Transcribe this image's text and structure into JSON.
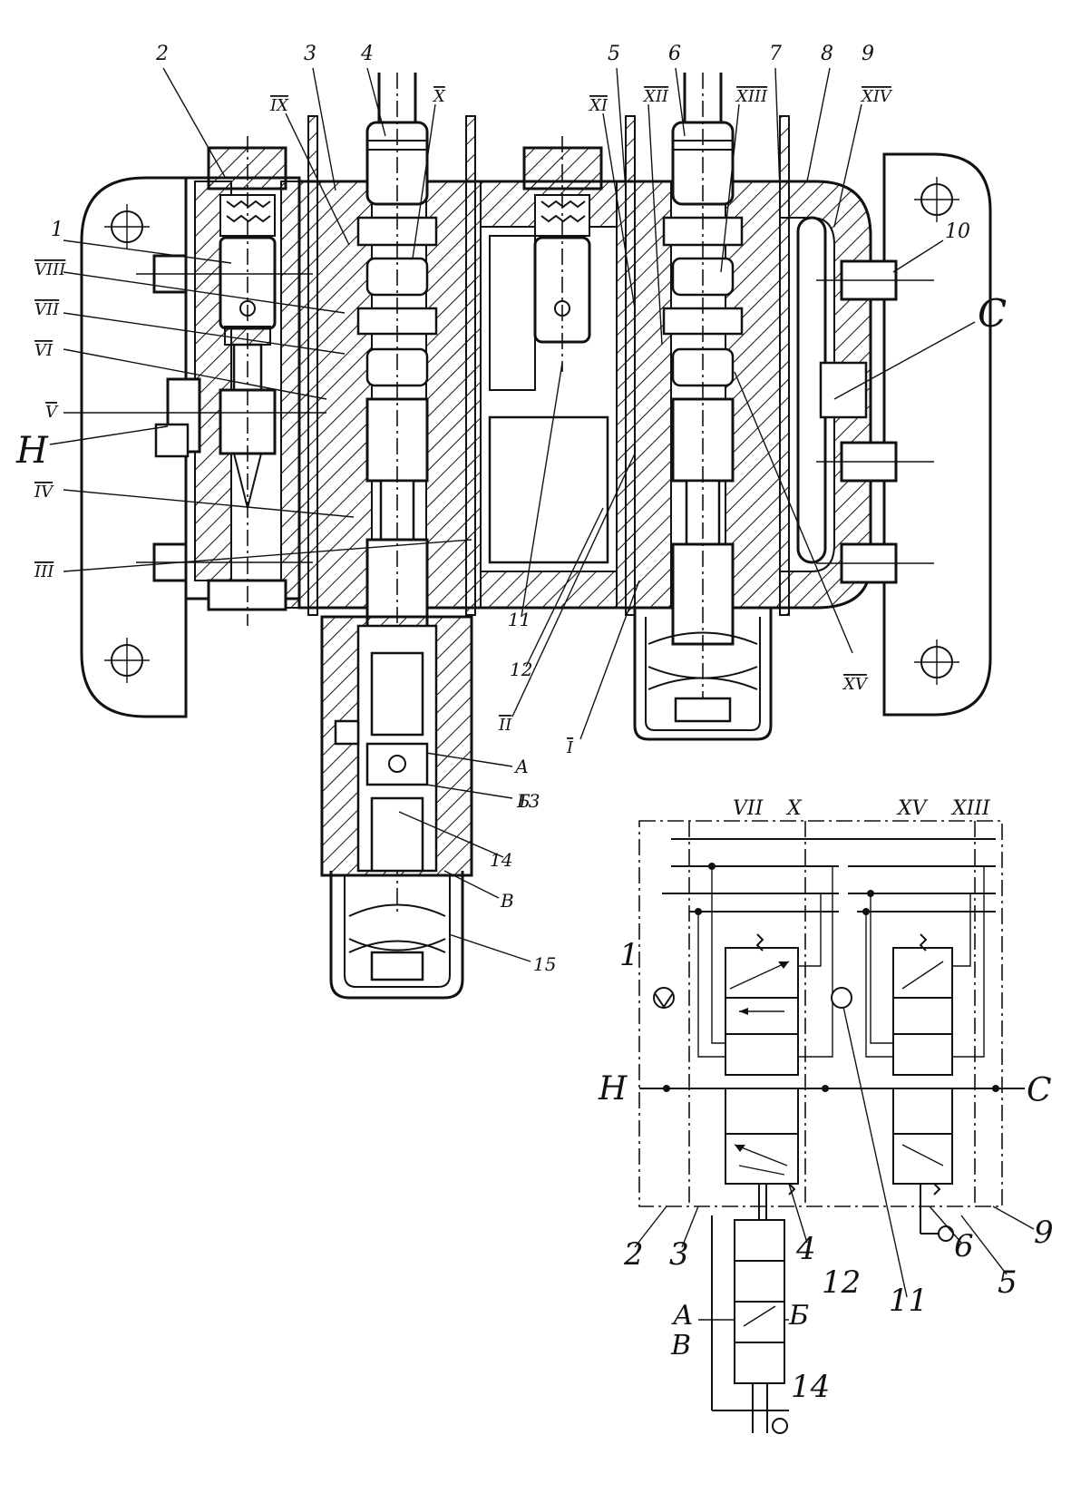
{
  "colors": {
    "ink": "#111111",
    "paper": "#ffffff"
  },
  "section": {
    "numbers": [
      "1",
      "2",
      "3",
      "4",
      "5",
      "6",
      "7",
      "8",
      "9",
      "10",
      "11",
      "12",
      "13",
      "14",
      "15"
    ],
    "romans": [
      "I",
      "II",
      "III",
      "IV",
      "V",
      "VI",
      "VII",
      "VIII",
      "IX",
      "X",
      "XI",
      "XII",
      "XIII",
      "XIV",
      "XV"
    ],
    "letters": {
      "H": "H",
      "C": "C",
      "A": "А",
      "B": "Б",
      "V": "В"
    }
  },
  "scheme": {
    "top_left_labels": [
      "VII",
      "X"
    ],
    "top_right_labels": [
      "XV",
      "XIII"
    ],
    "port_left": "H",
    "port_right": "C",
    "bottom_labels": [
      "2",
      "3",
      "4",
      "12",
      "11",
      "6",
      "5",
      "9"
    ],
    "left_marker": "1",
    "lower_labels": {
      "A": "А",
      "B": "Б",
      "V": "В",
      "n14": "14"
    }
  }
}
